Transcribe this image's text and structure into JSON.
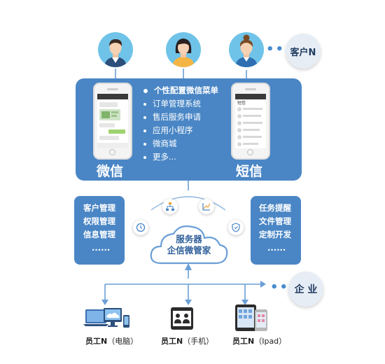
{
  "clients": {
    "label": "客户N",
    "dots": "•••"
  },
  "channels": {
    "wechat": {
      "label": "微信",
      "screen_title": ""
    },
    "sms": {
      "label": "短信",
      "screen_title": "短信"
    }
  },
  "menu": {
    "title": "个性配置微信菜单",
    "items": [
      "订单管理系统",
      "售后服务申请",
      "应用小程序",
      "微商城",
      "更多..."
    ]
  },
  "left_modules": [
    "客户管理",
    "权限管理",
    "信息管理",
    "......"
  ],
  "right_modules": [
    "任务提醒",
    "文件管理",
    "定制开发",
    "......"
  ],
  "server": {
    "line1": "服务器",
    "line2": "企信微管家"
  },
  "enterprise": {
    "label": "企 业",
    "dots": "•••"
  },
  "devices": [
    {
      "name": "员工N",
      "type": "（电脑）"
    },
    {
      "name": "员工N",
      "type": "（手机）"
    },
    {
      "name": "员工N",
      "type": "（Ipad）"
    }
  ],
  "colors": {
    "panel": "#4a86c5",
    "accent": "#4a8ccf",
    "bubble": "#e7edf5"
  }
}
